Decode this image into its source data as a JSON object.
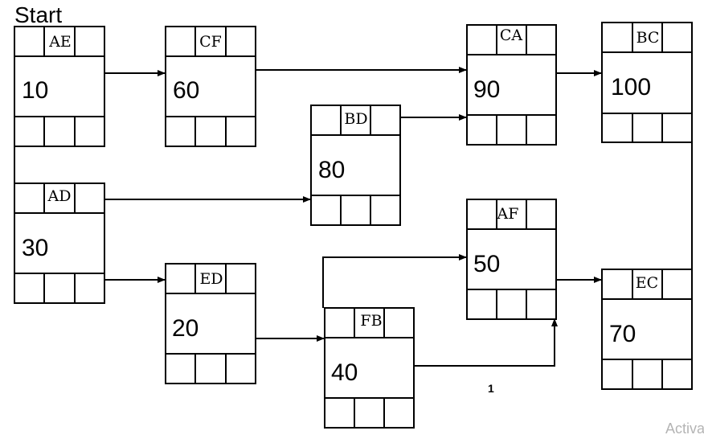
{
  "title": "Start",
  "nodes": {
    "ae": {
      "code": "AE",
      "value": "10"
    },
    "cf": {
      "code": "CF",
      "value": "60"
    },
    "ca": {
      "code": "CA",
      "value": "90"
    },
    "bc": {
      "code": "BC",
      "value": "100"
    },
    "bd": {
      "code": "BD",
      "value": "80"
    },
    "ad": {
      "code": "AD",
      "value": "30"
    },
    "af": {
      "code": "AF",
      "value": "50"
    },
    "ed": {
      "code": "ED",
      "value": "20"
    },
    "ec": {
      "code": "EC",
      "value": "70"
    },
    "fb": {
      "code": "FB",
      "value": "40"
    }
  },
  "note": "1",
  "watermark": "Activa"
}
